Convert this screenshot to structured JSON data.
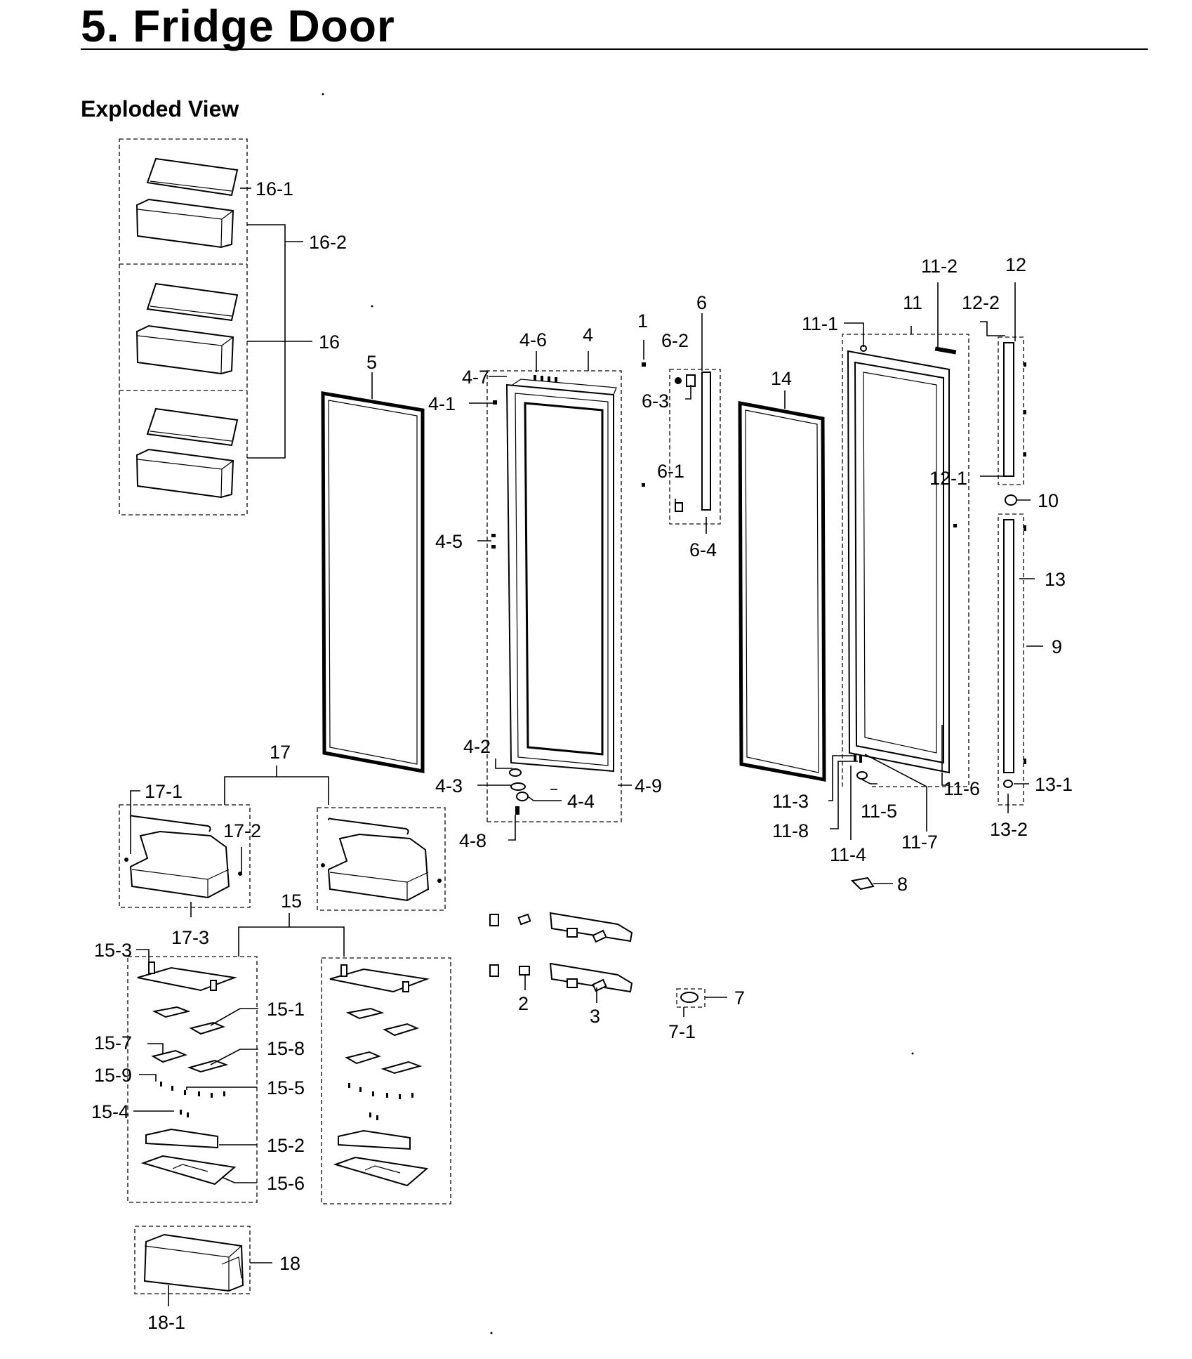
{
  "page": {
    "title": "5.  Fridge Door",
    "subtitle": "Exploded View"
  },
  "callouts": {
    "c1": "1",
    "c2": "2",
    "c3": "3",
    "c4": "4",
    "c4_1": "4-1",
    "c4_2": "4-2",
    "c4_3": "4-3",
    "c4_4": "4-4",
    "c4_5": "4-5",
    "c4_6": "4-6",
    "c4_7": "4-7",
    "c4_8": "4-8",
    "c4_9": "4-9",
    "c5": "5",
    "c6": "6",
    "c6_1": "6-1",
    "c6_2": "6-2",
    "c6_3": "6-3",
    "c6_4": "6-4",
    "c7": "7",
    "c7_1": "7-1",
    "c8": "8",
    "c9": "9",
    "c10": "10",
    "c11": "11",
    "c11_1": "11-1",
    "c11_2": "11-2",
    "c11_3": "11-3",
    "c11_4": "11-4",
    "c11_5": "11-5",
    "c11_6": "11-6",
    "c11_7": "11-7",
    "c11_8": "11-8",
    "c12": "12",
    "c12_1": "12-1",
    "c12_2": "12-2",
    "c13": "13",
    "c13_1": "13-1",
    "c13_2": "13-2",
    "c14": "14",
    "c15": "15",
    "c15_1": "15-1",
    "c15_2": "15-2",
    "c15_3": "15-3",
    "c15_4": "15-4",
    "c15_5": "15-5",
    "c15_6": "15-6",
    "c15_7": "15-7",
    "c15_8": "15-8",
    "c15_9": "15-9",
    "c16": "16",
    "c16_1": "16-1",
    "c16_2": "16-2",
    "c17": "17",
    "c17_1": "17-1",
    "c17_2": "17-2",
    "c17_3": "17-3",
    "c18": "18",
    "c18_1": "18-1"
  }
}
